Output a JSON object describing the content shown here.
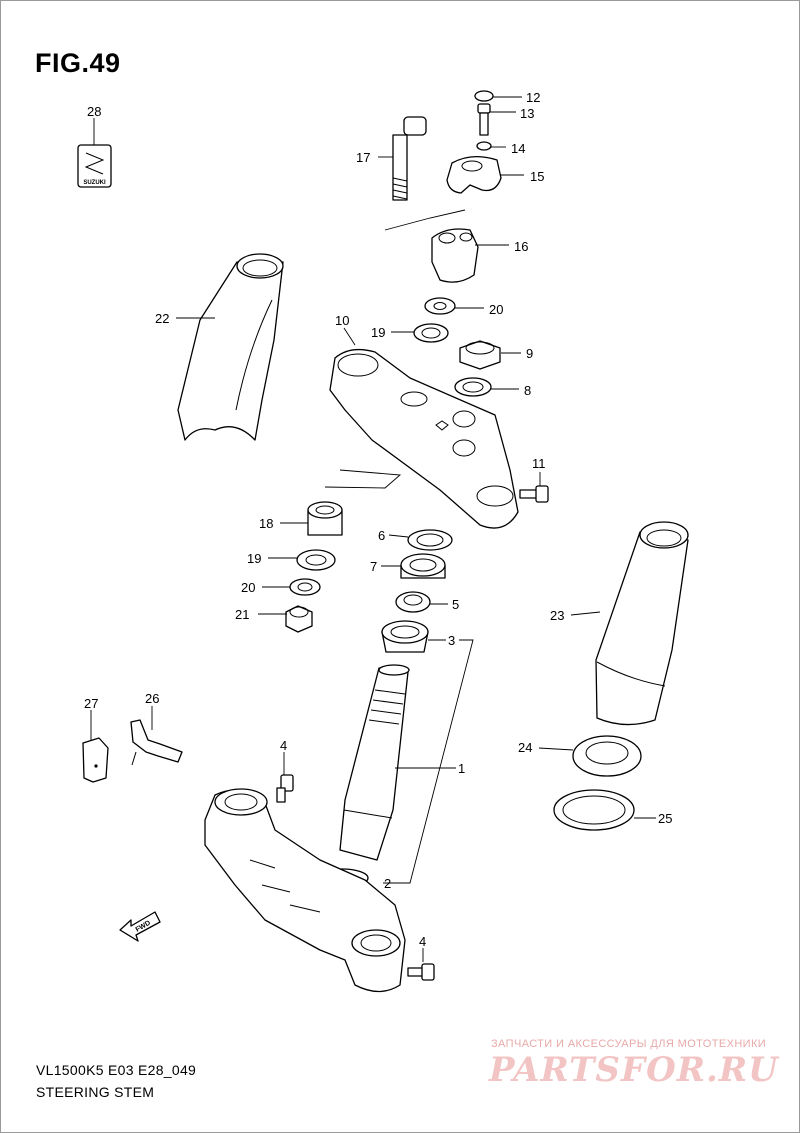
{
  "figure": {
    "title": "FIG.49"
  },
  "footer": {
    "model_code": "VL1500K5 E03 E28_049",
    "section": "STEERING STEM"
  },
  "watermark": {
    "caption": "ЗАПЧАСТИ И АКСЕССУАРЫ ДЛЯ МОТОТЕХНИКИ",
    "logo_text": "PARTSFOR.RU",
    "color": "#f2c4c4"
  },
  "emblem": {
    "text": "SUZUKI"
  },
  "fwd_arrow": {
    "text": "FWD"
  },
  "callouts": {
    "c1": "1",
    "c2": "2",
    "c3": "3",
    "c4a": "4",
    "c4b": "4",
    "c5": "5",
    "c6": "6",
    "c7": "7",
    "c8": "8",
    "c9": "9",
    "c10": "10",
    "c11": "11",
    "c12": "12",
    "c13": "13",
    "c14": "14",
    "c15": "15",
    "c16": "16",
    "c17": "17",
    "c18": "18",
    "c19a": "19",
    "c19b": "19",
    "c20a": "20",
    "c20b": "20",
    "c21": "21",
    "c22": "22",
    "c23": "23",
    "c24": "24",
    "c25": "25",
    "c26": "26",
    "c27": "27",
    "c28": "28"
  }
}
